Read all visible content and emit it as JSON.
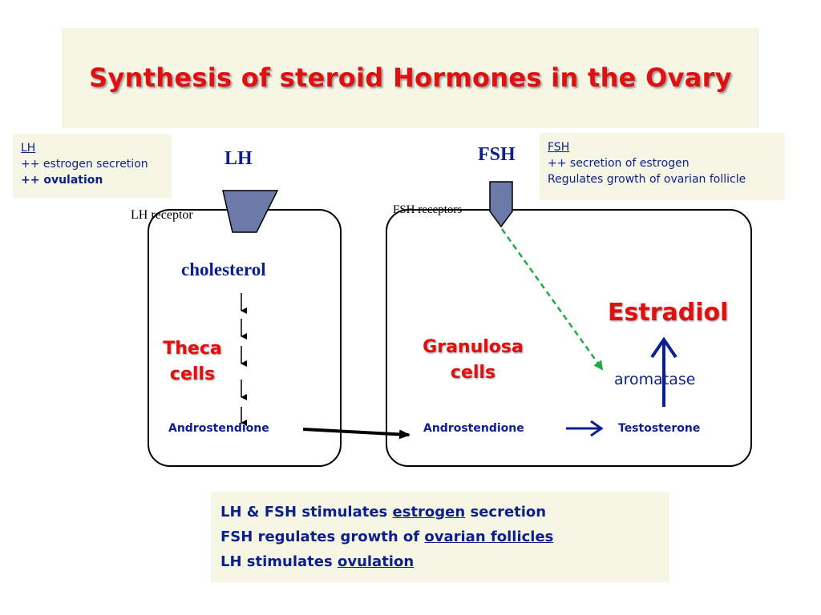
{
  "title": "Synthesis of steroid Hormones in the Ovary",
  "lh_note": {
    "heading": "LH",
    "line1": "++ estrogen secretion",
    "line2": "++ ovulation"
  },
  "fsh_note": {
    "heading": "FSH",
    "line1": "++ secretion of estrogen",
    "line2": "Regulates growth of ovarian follicle"
  },
  "lh_label": "LH",
  "fsh_label": "FSH",
  "lh_receptor_label": "LH receptor",
  "fsh_receptor_label": "FSH receptors",
  "theca": {
    "substrate": "cholesterol",
    "cell_line1": "Theca",
    "cell_line2": "cells",
    "product": "Androstendione"
  },
  "granulosa": {
    "cell_line1": "Granulosa",
    "cell_line2": "cells",
    "substrate": "Androstendione",
    "intermediate": "Testosterone",
    "enzyme": "aromatase",
    "product": "Estradiol"
  },
  "summary": {
    "line1_pre": "LH & FSH stimulates ",
    "line1_u": "estrogen",
    "line1_post": " secretion",
    "line2_pre": "FSH regulates growth of ",
    "line2_u": "ovarian follicles",
    "line3_pre": "LH stimulates ",
    "line3_u": "ovulation"
  },
  "colors": {
    "title_red": "#e01010",
    "navy": "#0d1f8c",
    "note_bg": "#f6f6e4",
    "receptor_fill": "#6b7aa8",
    "dashed_green": "#22aa44"
  }
}
